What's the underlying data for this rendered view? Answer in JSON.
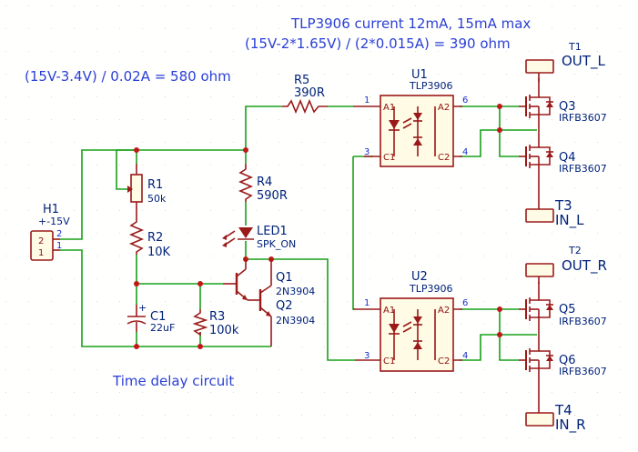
{
  "notes": {
    "tlp_current": "TLP3906 current 12mA, 15mA max",
    "tlp_formula": "(15V-2*1.65V) / (2*0.015A) = 390 ohm",
    "led_formula": "(15V-3.4V) / 0.02A = 580 ohm",
    "delay_label": "Time delay circuit"
  },
  "connector_h1": {
    "ref": "H1",
    "value": "+-15V",
    "pin2": "2",
    "pin1": "1"
  },
  "r1": {
    "ref": "R1",
    "value": "50k"
  },
  "r2": {
    "ref": "R2",
    "value": "10K"
  },
  "r3": {
    "ref": "R3",
    "value": "100k"
  },
  "r4": {
    "ref": "R4",
    "value": "590R"
  },
  "r5": {
    "ref": "R5",
    "value": "390R"
  },
  "c1": {
    "ref": "C1",
    "value": "22uF",
    "plus": "+"
  },
  "led1": {
    "ref": "LED1",
    "value": "SPK_ON"
  },
  "q1": {
    "ref": "Q1",
    "value": "2N3904"
  },
  "q2": {
    "ref": "Q2",
    "value": "2N3904"
  },
  "u1": {
    "ref": "U1",
    "value": "TLP3906",
    "pin1": "1",
    "pin3": "3",
    "pin4": "4",
    "pin6": "6",
    "a1": "A1",
    "c1": "C1",
    "a2": "A2",
    "c2": "C2"
  },
  "u2": {
    "ref": "U2",
    "value": "TLP3906",
    "pin1": "1",
    "pin3": "3",
    "pin4": "4",
    "pin6": "6",
    "a1": "A1",
    "c1": "C1",
    "a2": "A2",
    "c2": "C2"
  },
  "q3": {
    "ref": "Q3",
    "value": "IRFB3607"
  },
  "q4": {
    "ref": "Q4",
    "value": "IRFB3607"
  },
  "q5": {
    "ref": "Q5",
    "value": "IRFB3607"
  },
  "q6": {
    "ref": "Q6",
    "value": "IRFB3607"
  },
  "t1": {
    "ref": "T1",
    "value": "OUT_L"
  },
  "t2": {
    "ref": "T2",
    "value": "OUT_R"
  },
  "t3": {
    "ref": "T3",
    "value": "IN_L"
  },
  "t4": {
    "ref": "T4",
    "value": "IN_R"
  }
}
